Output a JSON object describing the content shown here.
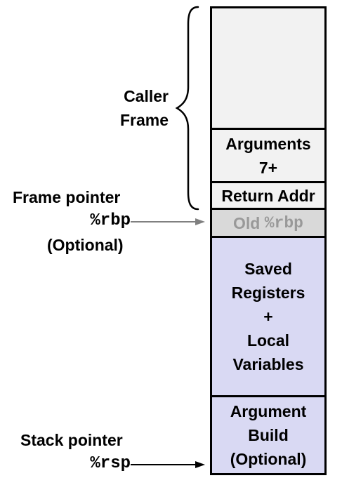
{
  "stack": {
    "caller_frame_label_line1": "Caller",
    "caller_frame_label_line2": "Frame",
    "arguments_line1": "Arguments",
    "arguments_line2": "7+",
    "return_addr": "Return Addr",
    "old_rbp_prefix": "Old",
    "old_rbp_register": "%rbp",
    "saved_line1": "Saved",
    "saved_line2": "Registers",
    "saved_line3": "+",
    "saved_line4": "Local",
    "saved_line5": "Variables",
    "argbuild_line1": "Argument",
    "argbuild_line2": "Build",
    "argbuild_line3": "(Optional)"
  },
  "pointers": {
    "frame_pointer_label": "Frame pointer",
    "frame_pointer_register": "%rbp",
    "frame_pointer_note": "(Optional)",
    "stack_pointer_label": "Stack pointer",
    "stack_pointer_register": "%rsp"
  },
  "colors": {
    "caller_region": "#f2f2f2",
    "old_rbp_cell": "#d9d9d9",
    "current_frame": "#d9d9f3",
    "old_rbp_text": "#999999",
    "frame_pointer_arrow": "#808080",
    "stack_pointer_arrow": "#000000"
  },
  "icons": {
    "caller_frame_brace": "curly-brace-icon",
    "frame_pointer_arrow": "arrow-right-icon",
    "stack_pointer_arrow": "arrow-right-icon"
  }
}
